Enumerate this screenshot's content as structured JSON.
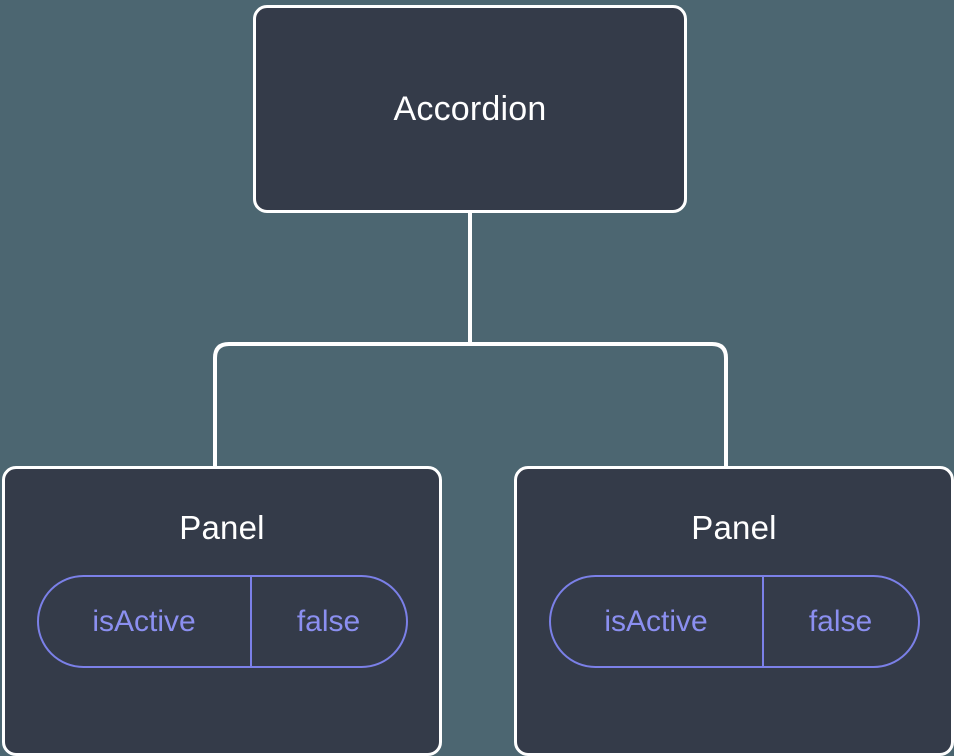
{
  "diagram": {
    "type": "component-tree",
    "background_color": "#4c6671",
    "node_fill_color": "#343b49",
    "node_border_color": "#ffffff",
    "connector_color": "#ffffff",
    "accent_color": "#8b8ff0",
    "root": {
      "label": "Accordion"
    },
    "children": [
      {
        "label": "Panel",
        "props": [
          {
            "key": "isActive",
            "value": "false"
          }
        ]
      },
      {
        "label": "Panel",
        "props": [
          {
            "key": "isActive",
            "value": "false"
          }
        ]
      }
    ]
  }
}
